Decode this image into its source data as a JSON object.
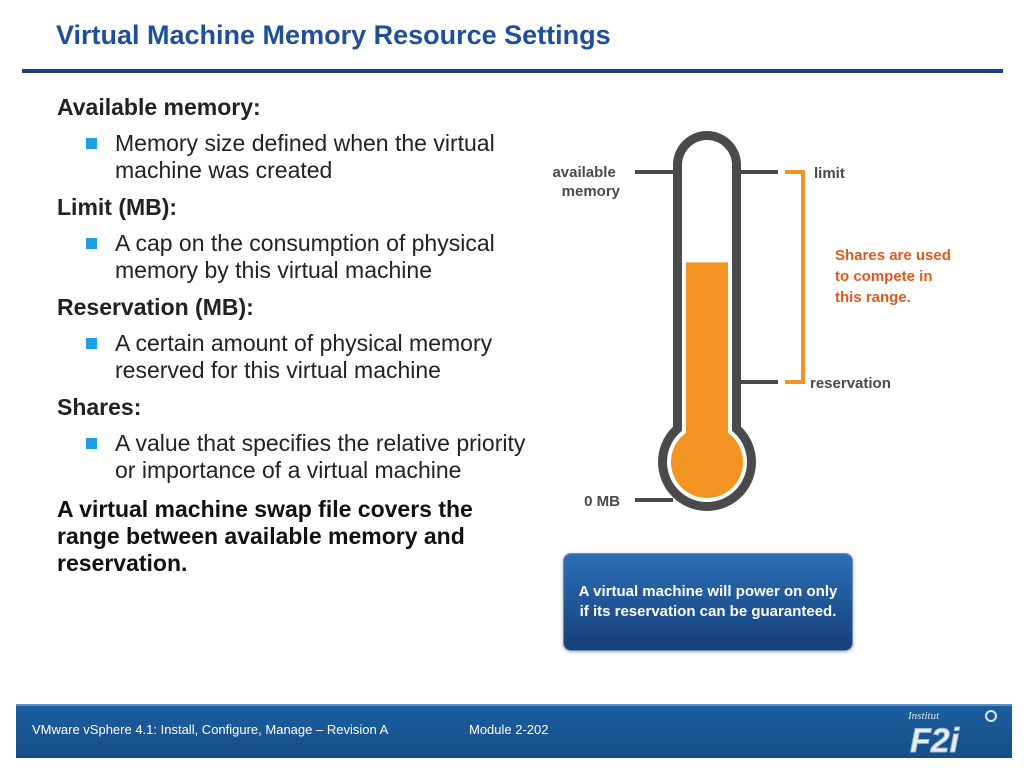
{
  "slide": {
    "title": "Virtual Machine Memory Resource Settings"
  },
  "sections": [
    {
      "heading": "Available memory:",
      "bullet": "Memory size defined when the virtual machine was created"
    },
    {
      "heading": "Limit (MB):",
      "bullet": "A cap on the consumption of physical memory by this virtual machine"
    },
    {
      "heading": "Reservation (MB):",
      "bullet": "A certain amount of physical memory reserved for this virtual machine"
    },
    {
      "heading": "Shares:",
      "bullet": "A value that specifies the relative priority or importance of a virtual machine"
    }
  ],
  "summary": "A virtual machine swap file covers the range between available memory and reservation.",
  "diagram": {
    "label_available": "available memory",
    "label_limit": "limit",
    "label_shares": "Shares are used to compete in this range.",
    "label_reservation": "reservation",
    "label_zero": "0 MB",
    "fill_fraction": 0.62,
    "colors": {
      "fill": "#f39321",
      "outline": "#4a4a4a",
      "bracket": "#f39321",
      "shares_text": "#e05a1f"
    }
  },
  "callout": {
    "text": "A virtual machine will power on only if its reservation can be guaranteed."
  },
  "footer": {
    "course": "VMware vSphere 4.1: Install, Configure, Manage – Revision A",
    "module": "Module 2-202"
  },
  "logo": {
    "text": "F2i",
    "script": "Institut"
  }
}
